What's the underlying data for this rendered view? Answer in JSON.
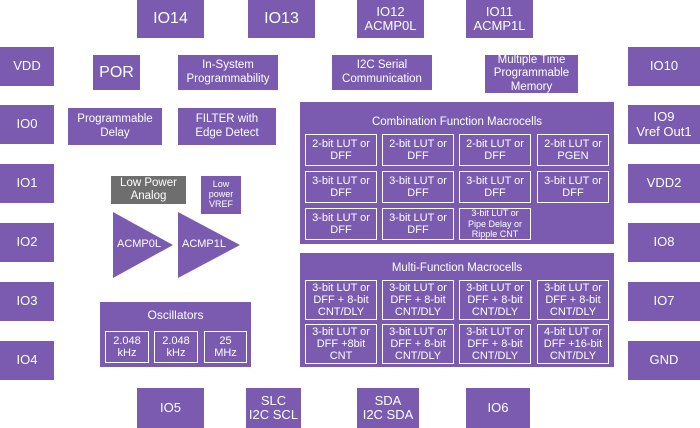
{
  "pins": {
    "top": [
      "IO14",
      "IO13",
      "IO12\nACMP0L",
      "IO11\nACMP1L"
    ],
    "left": [
      "VDD",
      "IO0",
      "IO1",
      "IO2",
      "IO3",
      "IO4"
    ],
    "right": [
      "IO10",
      "IO9\nVref Out1",
      "VDD2",
      "IO8",
      "IO7",
      "GND"
    ],
    "bottom": [
      "IO5",
      "SLC\nI2C SCL",
      "SDA\nI2C SDA",
      "IO6"
    ]
  },
  "blocks": {
    "por": "POR",
    "isp": "In-System\nProgrammability",
    "i2c": "I2C Serial\nCommunication",
    "mtp": "Multiple Time\nProgrammable\nMemory",
    "delay": "Programmable\nDelay",
    "filter": "FILTER with\nEdge Detect",
    "low_power_analog": "Low Power\nAnalog",
    "low_power_vref": "Low\npower\nVREF",
    "acmp0l": "ACMP0L",
    "acmp1l": "ACMP1L"
  },
  "oscillators": {
    "title": "Oscillators",
    "items": [
      "2.048\nkHz",
      "2.048\nkHz",
      "25\nMHz"
    ]
  },
  "combination": {
    "title": "Combination Function Macrocells",
    "cells": [
      "2-bit LUT or\nDFF",
      "2-bit LUT or\nDFF",
      "2-bit LUT or\nDFF",
      "2-bit LUT or\nPGEN",
      "3-bit LUT or\nDFF",
      "3-bit LUT or\nDFF",
      "3-bit LUT or\nDFF",
      "3-bit LUT or\nDFF",
      "3-bit LUT or\nDFF",
      "3-bit LUT or\nDFF",
      "3-bit LUT or\nPipe Delay or\nRipple CNT"
    ]
  },
  "multi": {
    "title": "Multi-Function Macrocells",
    "cells": [
      "3-bit LUT or\nDFF + 8-bit\nCNT/DLY",
      "3-bit LUT or\nDFF + 8-bit\nCNT/DLY",
      "3-bit LUT or\nDFF + 8-bit\nCNT/DLY",
      "3-bit LUT or\nDFF + 8-bit\nCNT/DLY",
      "3-bit LUT or\nDFF +8bit\nCNT",
      "3-bit LUT or\nDFF + 8-bit\nCNT/DLY",
      "3-bit LUT or\nDFF + 8-bit\nCNT/DLY",
      "4-bit LUT or\nDFF +16-bit\nCNT/DLY"
    ]
  },
  "colors": {
    "block": "#7a5bb0",
    "analog": "#6e6e6e",
    "background": "#ffffff"
  }
}
